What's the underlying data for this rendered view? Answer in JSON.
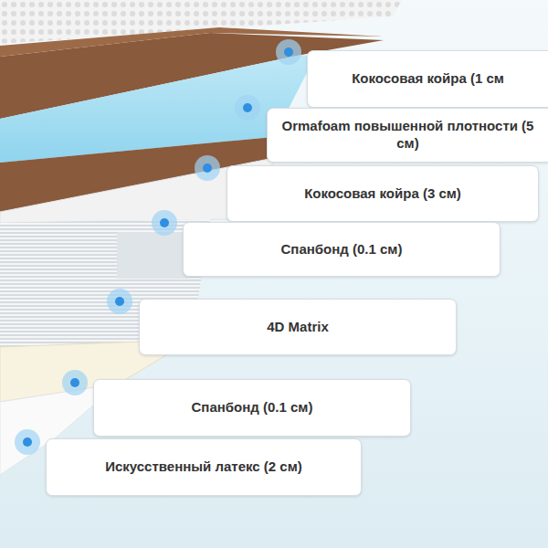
{
  "diagram": {
    "nodes": [
      {
        "text": [
          "Кокосовая койра (1 см"
        ]
      },
      {
        "text": [
          "Ormafoam повышенной плотности (5 см)"
        ]
      },
      {
        "text": [
          "Кокосовая койра (3 см)"
        ]
      },
      {
        "text": [
          "Спанбонд (0.1 см)"
        ]
      },
      {
        "text": [
          "4D Matrix"
        ]
      },
      {
        "text": [
          "Спанбонд (0.1 см)"
        ]
      },
      {
        "text": [
          "Искусственный латекс (2 см)"
        ]
      }
    ]
  }
}
